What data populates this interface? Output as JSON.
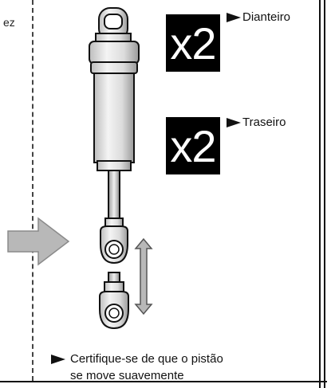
{
  "page": {
    "fragment_text": "ez"
  },
  "front": {
    "quantity": "x2",
    "label": "Dianteiro"
  },
  "rear": {
    "quantity": "x2",
    "label": "Traseiro"
  },
  "note": {
    "line1": "Certifique-se de que o pistão",
    "line2": "se move suavemente"
  },
  "colors": {
    "ink": "#111111",
    "arrow_fill": "#b8b8b8",
    "body_shade": "#dcdcdc"
  },
  "icons": {
    "pointer": "triangle-right-icon",
    "push": "push-arrow-icon",
    "motion": "double-arrow-icon"
  }
}
